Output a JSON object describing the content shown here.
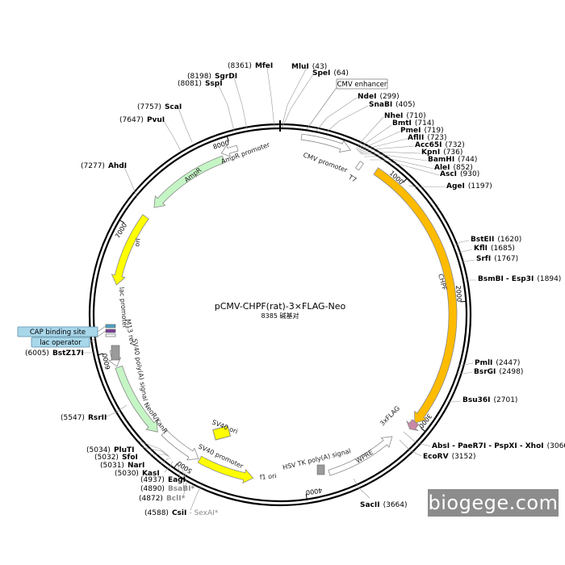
{
  "plasmid": {
    "name": "pCMV-CHPF(rat)-3×FLAG-Neo",
    "length_text": "8385 碱基对",
    "total_bp": 8385
  },
  "ticks": [
    "1000",
    "2000",
    "3000",
    "4000",
    "5000",
    "6000",
    "7000",
    "8000"
  ],
  "features": [
    {
      "key": "cmv-promoter",
      "label": "CMV promoter",
      "start": 160,
      "end": 540,
      "type": "promoter",
      "color": "#ffffff"
    },
    {
      "key": "chpf",
      "label": "CHPF",
      "start": 785,
      "end": 3000,
      "type": "cds",
      "color": "#ffbb00"
    },
    {
      "key": "3xflag",
      "label": "3xFLAG",
      "start": 2990,
      "end": 3060,
      "type": "tag",
      "color": "#c888a6"
    },
    {
      "key": "wpre",
      "label": "WPRE",
      "start": 3200,
      "end": 3790,
      "type": "element",
      "color": "#ffffff"
    },
    {
      "key": "f1-ori",
      "label": "f1 ori",
      "start": 4410,
      "end": 4870,
      "type": "ori",
      "color": "#ffff00"
    },
    {
      "key": "sv40-promoter",
      "label": "SV40 promoter",
      "start": 4880,
      "end": 5230,
      "type": "promoter",
      "color": "#ffffff"
    },
    {
      "key": "neor-kanr",
      "label": "NeoR/KanR",
      "start": 5270,
      "end": 5870,
      "type": "cds",
      "color": "#c5f5c5"
    },
    {
      "key": "sv40-polya",
      "label": "SV40 poly(A) signal",
      "start": 5880,
      "end": 6010,
      "type": "terminator",
      "color": "#ffffff"
    },
    {
      "key": "ori",
      "label": "ori",
      "start": 6530,
      "end": 7130,
      "type": "ori",
      "color": "#ffff00"
    },
    {
      "key": "ampr",
      "label": "AmpR",
      "start": 7230,
      "end": 7920,
      "type": "cds",
      "color": "#c5f5c5"
    },
    {
      "key": "ampr-promoter",
      "label": "AmpR promoter",
      "start": 7920,
      "end": 8050,
      "type": "promoter",
      "color": "#ffffff"
    }
  ],
  "inner_labels": {
    "t7": "T7",
    "lac_promoter": "lac promoter",
    "m13_rev": "M13 rev",
    "hsv_tk_polya": "HSV TK poly(A) signal",
    "sv40_ori": "SV40 ori"
  },
  "boxed_labels": {
    "cmv_enhancer": "CMV enhancer",
    "cap_binding_site": "CAP binding site",
    "lac_operator": "lac operator"
  },
  "sites": [
    {
      "name": "MluI",
      "pos": "(43)",
      "gray": false
    },
    {
      "name": "SpeI",
      "pos": "(64)",
      "gray": false
    },
    {
      "name": "NdeI",
      "pos": "(299)",
      "gray": false
    },
    {
      "name": "SnaBI",
      "pos": "(405)",
      "gray": false
    },
    {
      "name": "NheI",
      "pos": "(710)",
      "gray": false
    },
    {
      "name": "BmtI",
      "pos": "(714)",
      "gray": false
    },
    {
      "name": "PmeI",
      "pos": "(719)",
      "gray": false
    },
    {
      "name": "AflII",
      "pos": "(723)",
      "gray": false
    },
    {
      "name": "Acc65I",
      "pos": "(732)",
      "gray": false
    },
    {
      "name": "KpnI",
      "pos": "(736)",
      "gray": false
    },
    {
      "name": "BamHI",
      "pos": "(744)",
      "gray": false
    },
    {
      "name": "AleI",
      "pos": "(852)",
      "gray": false
    },
    {
      "name": "AscI",
      "pos": "(930)",
      "gray": false
    },
    {
      "name": "AgeI",
      "pos": "(1197)",
      "gray": false
    },
    {
      "name": "BstEII",
      "pos": "(1620)",
      "gray": false
    },
    {
      "name": "KflI",
      "pos": "(1685)",
      "gray": false
    },
    {
      "name": "SrfI",
      "pos": "(1767)",
      "gray": false
    },
    {
      "name": "BsmBI - Esp3I",
      "pos": "(1894)",
      "gray": false
    },
    {
      "name": "PmlI",
      "pos": "(2447)",
      "gray": false
    },
    {
      "name": "BsrGI",
      "pos": "(2498)",
      "gray": false
    },
    {
      "name": "Bsu36I",
      "pos": "(2701)",
      "gray": false
    },
    {
      "name": "AbsI - PaeR7I - PspXI - XhoI",
      "pos": "(3066)",
      "gray": false
    },
    {
      "name": "EcoRV",
      "pos": "(3152)",
      "gray": false
    },
    {
      "name": "SacII",
      "pos": "(3664)",
      "gray": false
    },
    {
      "name": "CsiI",
      "pos": "(4588)",
      "gray": false
    },
    {
      "name": "SexAI*",
      "pos": "",
      "gray": true
    },
    {
      "name": "BclI*",
      "pos": "(4872)",
      "gray": true
    },
    {
      "name": "BsaBI*",
      "pos": "(4890)",
      "gray": true
    },
    {
      "name": "EagI",
      "pos": "(4937)",
      "gray": false
    },
    {
      "name": "KasI",
      "pos": "(5030)",
      "gray": false
    },
    {
      "name": "NarI",
      "pos": "(5031)",
      "gray": false
    },
    {
      "name": "SfoI",
      "pos": "(5032)",
      "gray": false
    },
    {
      "name": "PluTI",
      "pos": "(5034)",
      "gray": false
    },
    {
      "name": "RsrII",
      "pos": "(5547)",
      "gray": false
    },
    {
      "name": "BstZ17I",
      "pos": "(6005)",
      "gray": false
    },
    {
      "name": "AhdI",
      "pos": "(7277)",
      "gray": false
    },
    {
      "name": "PvuI",
      "pos": "(7647)",
      "gray": false
    },
    {
      "name": "ScaI",
      "pos": "(7757)",
      "gray": false
    },
    {
      "name": "SspI",
      "pos": "(8081)",
      "gray": false
    },
    {
      "name": "SgrDI",
      "pos": "(8198)",
      "gray": false
    },
    {
      "name": "MfeI",
      "pos": "(8361)",
      "gray": false
    }
  ],
  "watermark": "biogege.com"
}
